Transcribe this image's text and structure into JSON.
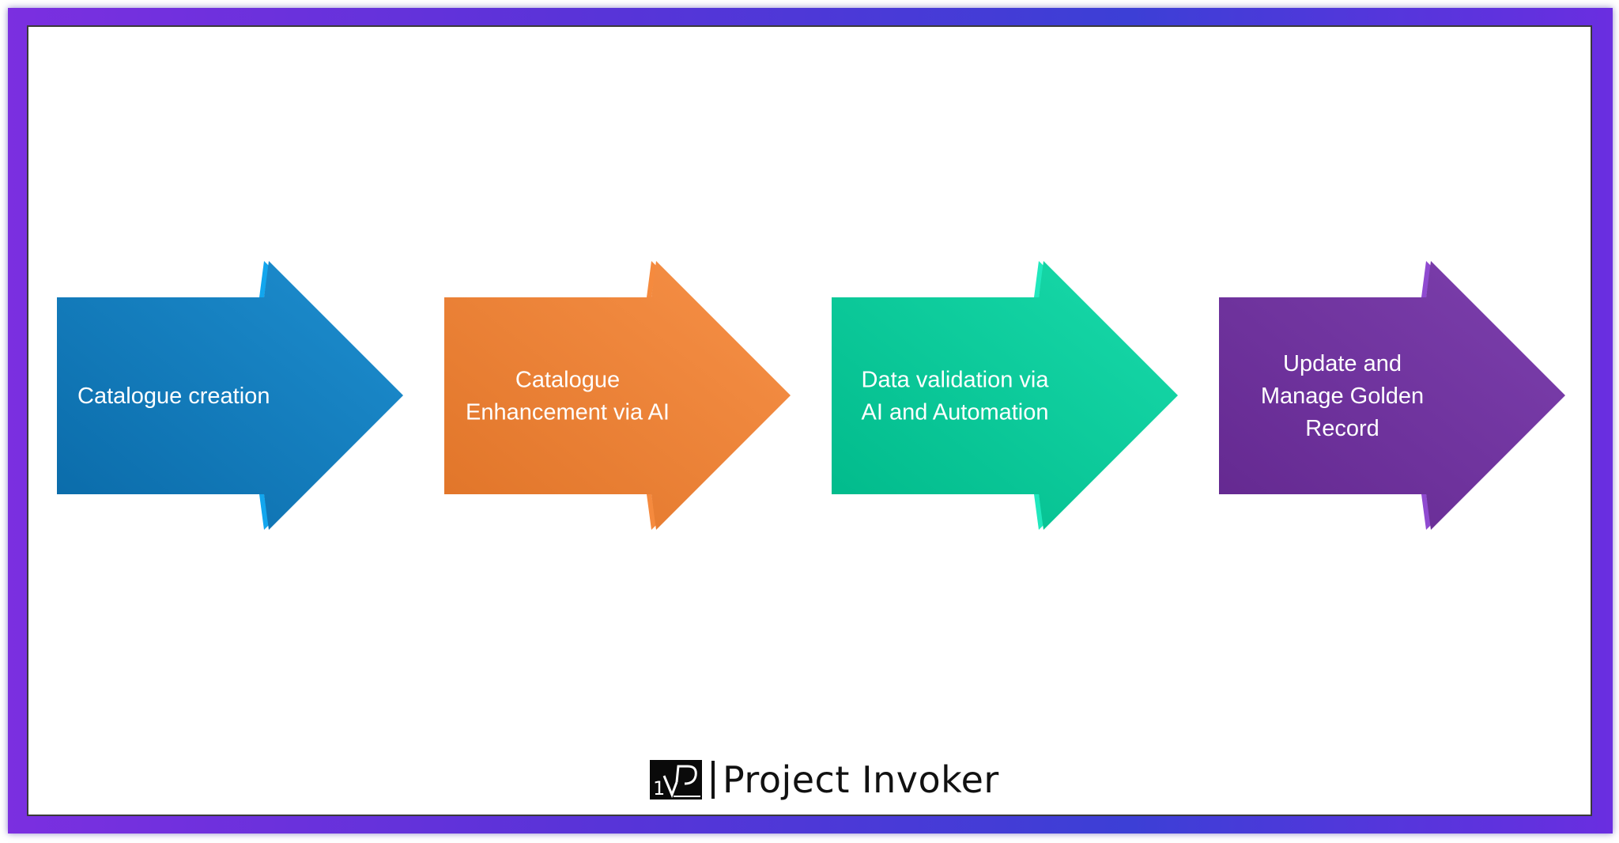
{
  "steps": [
    {
      "lines": [
        "Catalogue creation"
      ],
      "color_start": "#0a6aa8",
      "color_end": "#1e8fd0",
      "tab_color": "#12a6ee"
    },
    {
      "lines": [
        "Catalogue",
        "Enhancement via AI"
      ],
      "color_start": "#e07428",
      "color_end": "#f79148",
      "tab_color": "#f58a3e"
    },
    {
      "lines": [
        "Data validation via",
        "AI and Automation"
      ],
      "color_start": "#00b98a",
      "color_end": "#19dbab",
      "tab_color": "#20e8bd"
    },
    {
      "lines": [
        "Update and",
        "Manage Golden",
        "Record"
      ],
      "color_start": "#63288f",
      "color_end": "#7d40ae",
      "tab_color": "#8f4ad0"
    }
  ],
  "logo": {
    "mark_text": "1VP",
    "name": "Project Invoker"
  },
  "colors": {
    "frame_gradient": [
      "#7b2fe0",
      "#3c3fd6"
    ],
    "logo_text": "#111111"
  }
}
